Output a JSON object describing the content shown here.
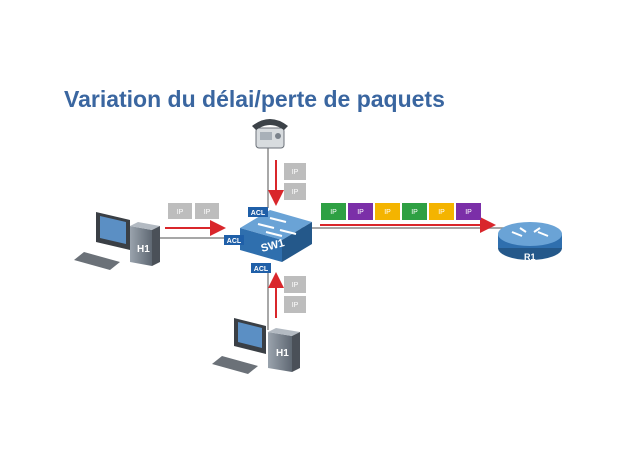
{
  "title": "Variation du délai/perte de paquets",
  "packet_label": "IP",
  "acl_label": "ACL",
  "switch_label": "SW1",
  "router_label": "R1",
  "host_left_label": "H1",
  "host_bottom_label": "H1",
  "colors": {
    "title": "#3a66a0",
    "device_blue": "#2f6fae",
    "arrow_red": "#d9262b",
    "gray_packet": "#bdbdbd",
    "green": "#2ea043",
    "purple": "#7b2fa8",
    "yellow": "#f4b400"
  },
  "output_packets": [
    "green",
    "purple",
    "yellow",
    "green",
    "yellow",
    "purple"
  ],
  "icons": [
    "telephone-icon",
    "computer-icon",
    "switch-icon",
    "router-icon"
  ]
}
